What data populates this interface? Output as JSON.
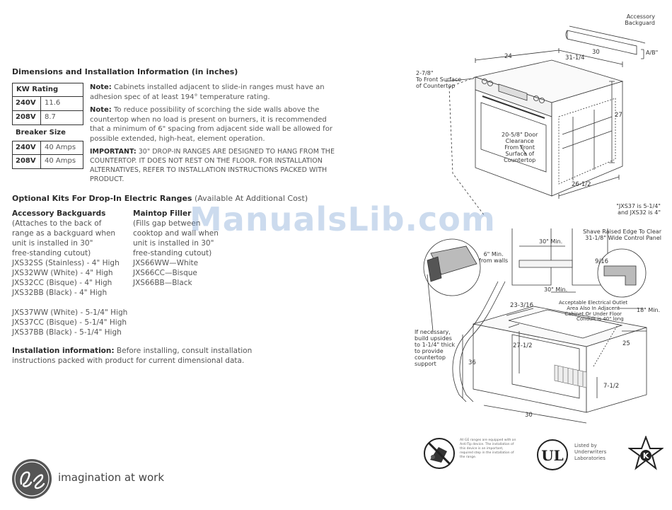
{
  "header": {
    "title": "Dimensions and Installation Information (in inches)"
  },
  "ratings": {
    "kw_label": "KW Rating",
    "kw_rows": [
      {
        "voltage": "240V",
        "value": "11.6"
      },
      {
        "voltage": "208V",
        "value": "8.7"
      }
    ],
    "breaker_label": "Breaker Size",
    "breaker_rows": [
      {
        "voltage": "240V",
        "value": "40 Amps"
      },
      {
        "voltage": "208V",
        "value": "40 Amps"
      }
    ]
  },
  "notes": {
    "note1_label": "Note:",
    "note1_text": " Cabinets installed adjacent to slide-in ranges must have an adhesion spec of at least 194° temperature rating.",
    "note2_label": "Note:",
    "note2_text": " To reduce possibility of scorching the side walls above the countertop when no load is present on burners, it is  recommended that a minimum of 6\" spacing from adjacent side wall be allowed for possible extended, high-heat, element operation.",
    "important_label": "IMPORTANT:",
    "important_text": " 30\" DROP-IN RANGES ARE DESIGNED TO HANG FROM THE COUNTERTOP. IT DOES NOT REST ON THE FLOOR. FOR INSTALLATION ALTERNATIVES, REFER TO INSTALLATION INSTRUCTIONS PACKED WITH PRODUCT."
  },
  "kits": {
    "title": "Optional Kits For Drop-In Electric Ranges",
    "subtitle": " (Available At Additional Cost)",
    "backguards_title": "Accessory Backguards",
    "backguards_lines": [
      "(Attaches to the back of",
      "range as a backguard when",
      "unit is installed in 30\"",
      "free-standing cutout)",
      "JXS32SS (Stainless) - 4\" High",
      "JXS32WW (White) - 4\" High",
      "JXS32CC (Bisque) - 4\" High",
      "JXS32BB (Black) - 4\" High"
    ],
    "backguards_lines_2": [
      "JXS37WW (White) - 5-1/4\" High",
      "JXS37CC (Bisque) - 5-1/4\" High",
      "JXS37BB (Black) - 5-1/4\" High"
    ],
    "filler_title": "Maintop Filler",
    "filler_lines": [
      "(Fills gap between",
      "cooktop and wall when",
      "unit is installed in 30\"",
      "free-standing cutout)",
      "JXS66WW—White",
      "JXS66CC—Bisque",
      "JXS66BB—Black"
    ]
  },
  "installation": {
    "label": "Installation information:",
    "text": " Before installing, consult installation instructions packed with product for current dimensional data."
  },
  "watermark": "ManualsLib.com",
  "diagram_top": {
    "accessory_backguard": "Accessory\nBackguard",
    "ab_label": "A/B\"",
    "dim_30": "30",
    "dim_24": "24",
    "dim_31_1_4": "31-1/4",
    "dim_27": "27",
    "dim_26_1_2": "26-1/2",
    "front_surface": "2-7/8\"\nTo Front Surface\nof Countertop",
    "door_clearance": "20-5/8\" Door\nClearance\nFrom Front\nSurface of\nCountertop",
    "jxs_note": "\"JXS37 is 5-1/4\"\nand JXS32 is 4\""
  },
  "diagram_bottom": {
    "min_30_top": "30\" Min.",
    "shave_edge": "Shave Raised Edge To Clear\n31-1/8\" Wide Control Panel",
    "min_6": "6\" Min.\nfrom walls",
    "dim_9_16": "9/16",
    "min_30_mid": "30\" Min.",
    "electrical_outlet": "Acceptable Electrical Outlet\nArea Also In Adjacent\nCabinet Or Under Floor",
    "conduit": "Conduit is 40\" long",
    "min_18": "18\" Min.",
    "dim_23_3_16": "23-3/16",
    "build_upsides": "If necessary,\nbuild upsides\nto 1-1/4\" thick\nto provide\ncountertop\nsupport",
    "dim_27_1_2": "27-1/2",
    "dim_25": "25",
    "dim_36": "36",
    "dim_7_1_2": "7-1/2",
    "dim_30_bottom": "30"
  },
  "footer": {
    "tagline": "imagination at work",
    "anti_tip": "All GE ranges are equipped with an Anti-Tip device. The installation of this device is an important, required step in the installation of the range.",
    "ul_listed": "Listed by\nUnderwriters\nLaboratories",
    "ul_mark": "UL",
    "star_k": "K"
  },
  "colors": {
    "text": "#555555",
    "heading": "#2b2b2b",
    "line": "#333333",
    "watermark": "#78a0d2"
  }
}
